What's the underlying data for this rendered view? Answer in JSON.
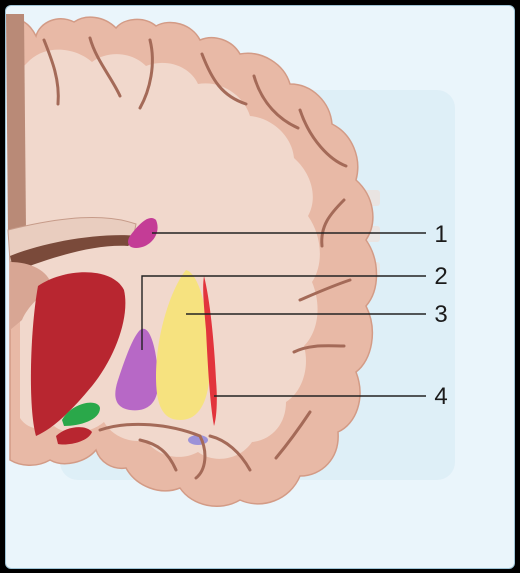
{
  "diagram": {
    "callouts": [
      {
        "id": "1",
        "label": "1"
      },
      {
        "id": "2",
        "label": "2"
      },
      {
        "id": "3",
        "label": "3"
      },
      {
        "id": "4",
        "label": "4"
      }
    ],
    "colors": {
      "background": "#eaf5fb",
      "frame": "#9fc4d6",
      "cortex": "#e8b9a6",
      "white_matter": "#f1d8cc",
      "sulcus": "#a46a58",
      "ventricle": "#7a4a3a",
      "thalamus_red": "#b82630",
      "callout_1": "#c43c96",
      "callout_2": "#b768c6",
      "callout_3": "#f6e27f",
      "callout_4": "#e2343c",
      "green_structure": "#2aa84a",
      "small_blue": "#9c92d8",
      "leader_line": "#222222"
    }
  }
}
